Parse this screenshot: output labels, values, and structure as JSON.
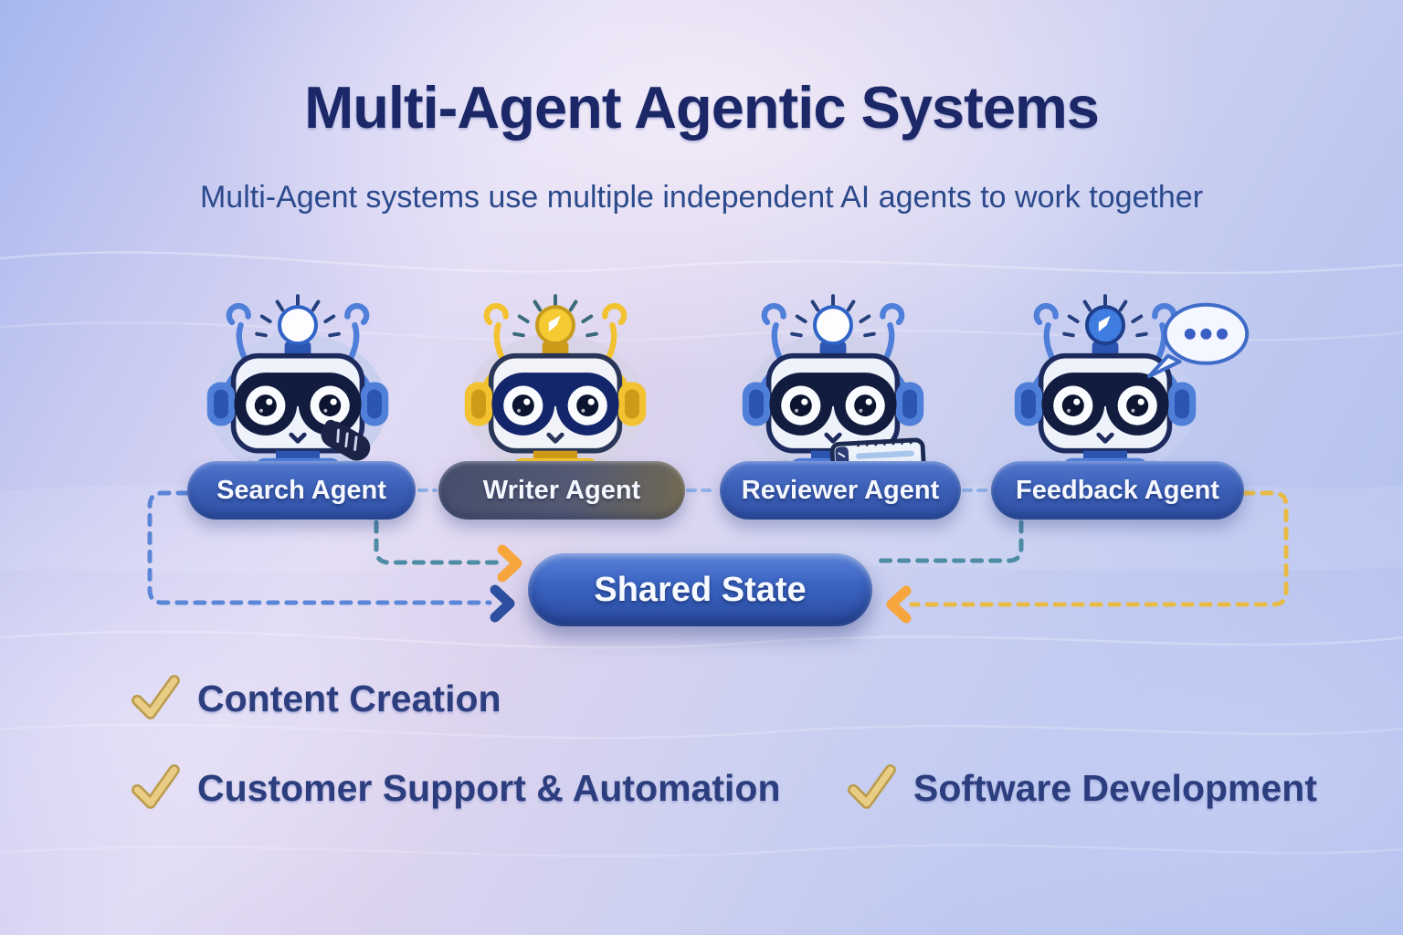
{
  "title": "Multi-Agent Agentic Systems",
  "subtitle": "Multi-Agent systems use multiple independent AI agents to work together",
  "agents": [
    {
      "label": "Search Agent",
      "theme": "blue",
      "accessory": "magnifying-glass"
    },
    {
      "label": "Writer Agent",
      "theme": "yellow",
      "accessory": "none"
    },
    {
      "label": "Reviewer Agent",
      "theme": "blue",
      "accessory": "notepad"
    },
    {
      "label": "Feedback Agent",
      "theme": "blue",
      "accessory": "speech-bubble"
    }
  ],
  "hub": {
    "label": "Shared State"
  },
  "use_cases": [
    "Content Creation",
    "Customer Support & Automation",
    "Software Development"
  ],
  "colors": {
    "title_text": "#1b2767",
    "subtitle_text": "#2b4a8c",
    "agent_pill_blue": "#3c60b8",
    "agent_pill_slate": "#545a73",
    "hub_pill_blue": "#3a63c2",
    "pill_text": "#f5f8ff",
    "robot_blue_accent": "#4f7fd9",
    "robot_yellow_accent": "#f2c230",
    "arrow_teal": "#4e8ba4",
    "arrow_blue": "#5b86d8",
    "arrow_yellow": "#e9ba45",
    "arrowhead_orange": "#f6a63c",
    "arrowhead_navy": "#2d4fa0",
    "checkmark_gold": "#e9cd84",
    "use_case_text": "#2c3e7e",
    "background_top_left": "#a6b7ee",
    "background_center": "#e0daf4",
    "background_bottom": "#b0beee"
  }
}
